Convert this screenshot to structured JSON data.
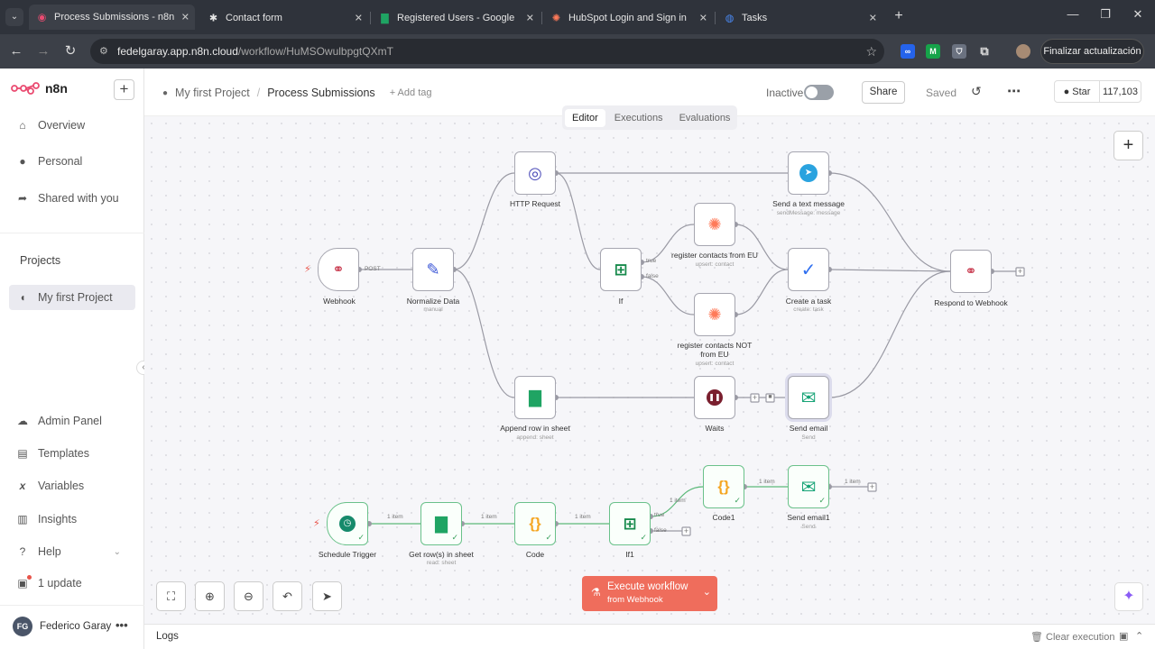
{
  "browser": {
    "tabs": [
      {
        "title": "Process Submissions - n8n",
        "favicon": "n8n-icon"
      },
      {
        "title": "Contact form",
        "favicon": "asterisk-icon"
      },
      {
        "title": "Registered Users - Google Shee",
        "favicon": "sheets-icon"
      },
      {
        "title": "HubSpot Login and Sign in",
        "favicon": "hubspot-icon"
      },
      {
        "title": "Tasks",
        "favicon": "tasks-icon"
      }
    ],
    "url_host": "fedelgaray.app.n8n.cloud",
    "url_path": "/workflow/HuMSOwulbpgtQXmT",
    "update_button": "Finalizar actualización"
  },
  "sidebar": {
    "brand": "n8n",
    "items": [
      {
        "label": "Overview",
        "icon": "home-icon"
      },
      {
        "label": "Personal",
        "icon": "user-icon"
      },
      {
        "label": "Shared with you",
        "icon": "share-icon"
      }
    ],
    "projects_heading": "Projects",
    "project": "My first Project",
    "bottom_items": [
      {
        "label": "Admin Panel",
        "icon": "cloud-icon"
      },
      {
        "label": "Templates",
        "icon": "templates-icon"
      },
      {
        "label": "Variables",
        "icon": "variables-icon"
      },
      {
        "label": "Insights",
        "icon": "chart-icon"
      },
      {
        "label": "Help",
        "icon": "help-icon"
      },
      {
        "label": "1 update",
        "icon": "gift-icon"
      }
    ],
    "user_initials": "FG",
    "user_name": "Federico Garay"
  },
  "header": {
    "project": "My first Project",
    "workflow": "Process Submissions",
    "add_tag": "+ Add tag",
    "status": "Inactive",
    "share": "Share",
    "saved": "Saved",
    "github_star": "Star",
    "github_count": "117,103"
  },
  "mode_tabs": [
    "Editor",
    "Executions",
    "Evaluations"
  ],
  "nodes": {
    "webhook": {
      "label": "Webhook",
      "sub": ""
    },
    "normalize": {
      "label": "Normalize Data",
      "sub": "manual"
    },
    "http": {
      "label": "HTTP Request",
      "sub": ""
    },
    "if": {
      "label": "If",
      "sub": ""
    },
    "hub_eu": {
      "label": "register contacts from EU",
      "sub": "upsert: contact"
    },
    "hub_noteu_1": {
      "label": "register contacts NOT",
      "sub": ""
    },
    "hub_noteu_2": {
      "label": "from EU",
      "sub": "upsert: contact"
    },
    "telegram": {
      "label": "Send a text message",
      "sub": "sendMessage: message"
    },
    "task": {
      "label": "Create a task",
      "sub": "create: task"
    },
    "respond": {
      "label": "Respond to Webhook",
      "sub": ""
    },
    "append": {
      "label": "Append row in sheet",
      "sub": "append: sheet"
    },
    "wait": {
      "label": "Waits",
      "sub": ""
    },
    "email": {
      "label": "Send email",
      "sub": "Send"
    },
    "schedule": {
      "label": "Schedule Trigger",
      "sub": ""
    },
    "getrows": {
      "label": "Get row(s) in sheet",
      "sub": "read: sheet"
    },
    "code": {
      "label": "Code",
      "sub": ""
    },
    "if1": {
      "label": "If1",
      "sub": ""
    },
    "code1": {
      "label": "Code1",
      "sub": ""
    },
    "email1": {
      "label": "Send email1",
      "sub": "Send"
    }
  },
  "edge_labels": {
    "post": "POST",
    "true": "true",
    "false": "false",
    "item": "1 item"
  },
  "execute": {
    "title": "Execute workflow",
    "sub": "from Webhook"
  },
  "bottom": {
    "logs": "Logs",
    "clear": "Clear execution"
  }
}
